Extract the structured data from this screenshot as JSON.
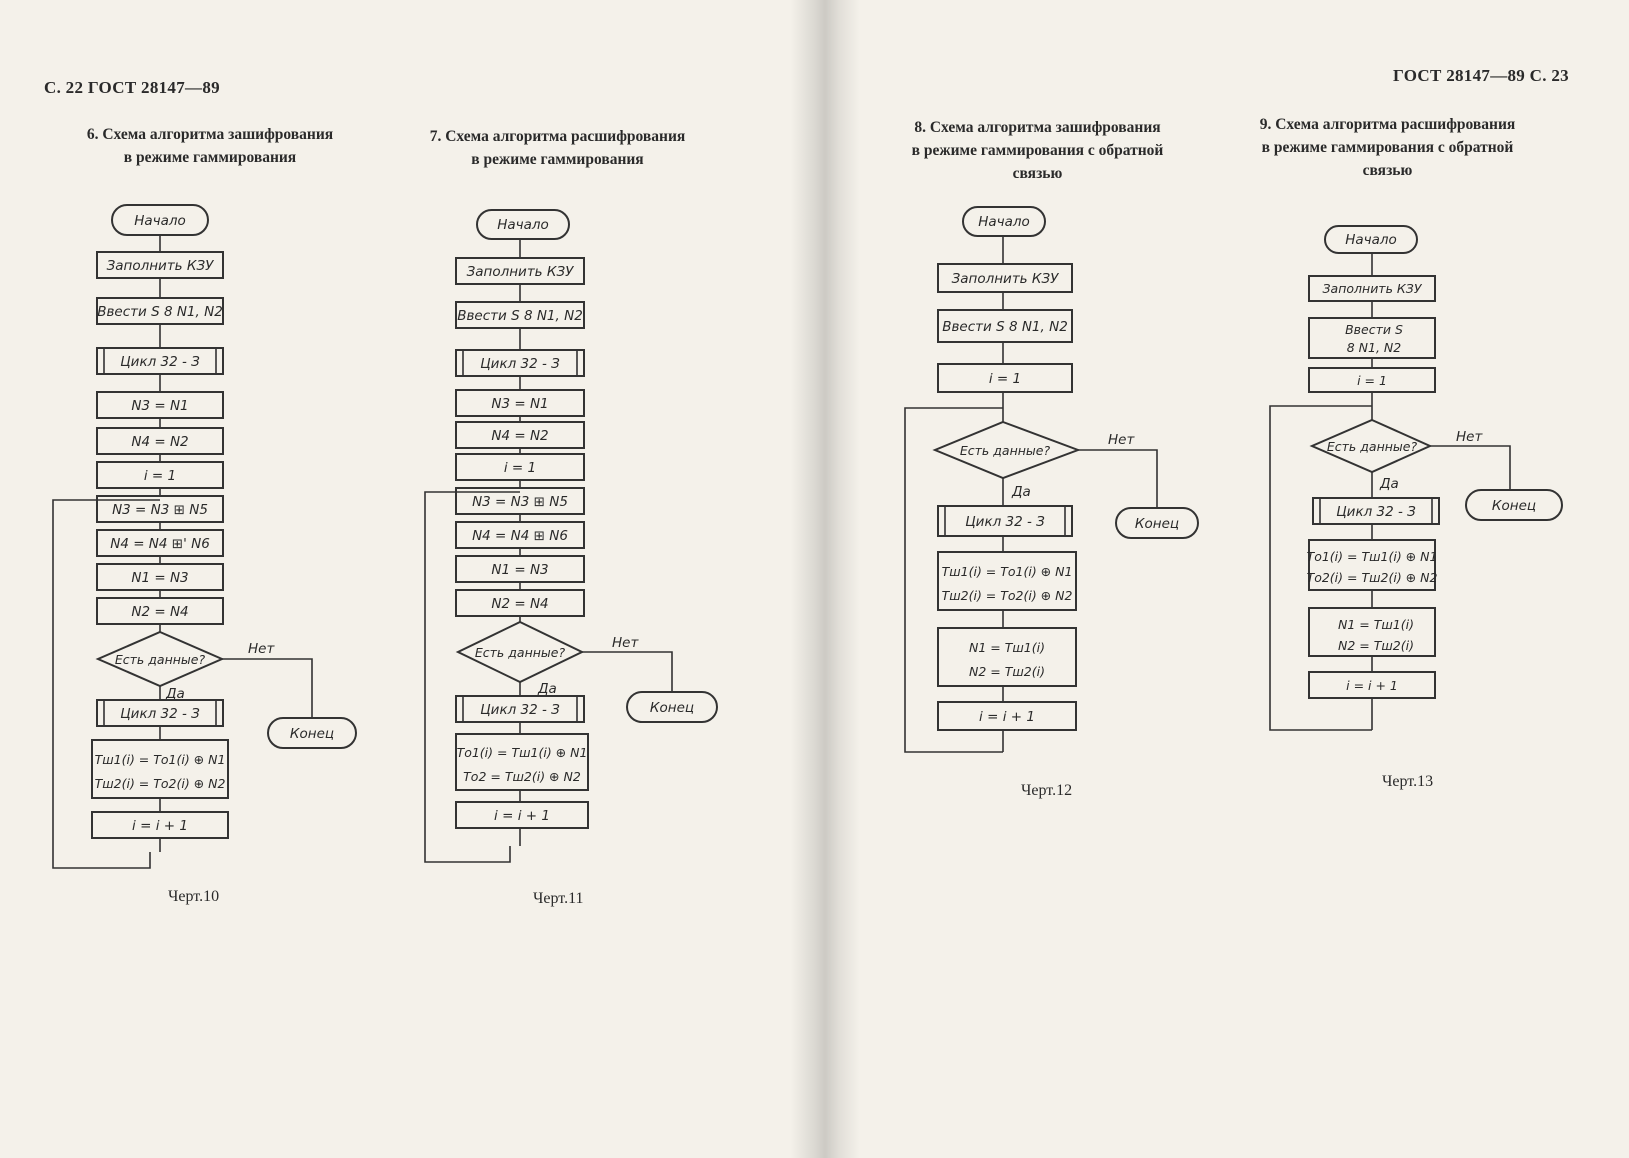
{
  "left_page": {
    "header": "С. 22 ГОСТ 28147—89",
    "fig10": {
      "title_line1": "6. Схема алгоритма зашифрования",
      "title_line2": "в режиме гаммирования",
      "caption": "Черт.10",
      "start": "Начало",
      "fill_kzu": "Заполнить КЗУ",
      "input": "Ввести S 8 N1, N2",
      "cycle1": "Цикл 32 - З",
      "n3n1": "N3 = N1",
      "n4n2": "N4 = N2",
      "i1": "i = 1",
      "n3n3": "N3 = N3 ⊞ N5",
      "n4n4": "N4 = N4 ⊞' N6",
      "n1n3": "N1 = N3",
      "n2n4": "N2 = N4",
      "question": "Есть данные?",
      "no": "Нет",
      "yes": "Да",
      "end": "Конец",
      "cycle2": "Цикл 32 - З",
      "calc1": "Тш1(i) = То1(i) ⊕ N1",
      "calc2": "Тш2(i) = То2(i) ⊕ N2",
      "inc": "i = i + 1"
    },
    "fig11": {
      "title_line1": "7. Схема алгоритма расшифрования",
      "title_line2": "в режиме гаммирования",
      "caption": "Черт.11",
      "start": "Начало",
      "fill_kzu": "Заполнить КЗУ",
      "input": "Ввести S 8 N1, N2",
      "cycle1": "Цикл 32 - З",
      "n3n1": "N3 = N1",
      "n4n2": "N4 = N2",
      "i1": "i = 1",
      "n3n3": "N3 = N3 ⊞ N5",
      "n4n4": "N4 = N4 ⊞ N6",
      "n1n3": "N1 = N3",
      "n2n4": "N2 = N4",
      "question": "Есть данные?",
      "no": "Нет",
      "yes": "Да",
      "end": "Конец",
      "cycle2": "Цикл 32 - З",
      "calc1": "То1(i) = Тш1(i) ⊕ N1",
      "calc2": "То2 = Тш2(i) ⊕ N2",
      "inc": "i = i + 1"
    }
  },
  "right_page": {
    "header": "ГОСТ 28147—89 С. 23",
    "fig12": {
      "title_line1": "8. Схема алгоритма зашифрования",
      "title_line2": "в режиме гаммирования с обратной",
      "title_line3": "связью",
      "caption": "Черт.12",
      "start": "Начало",
      "fill_kzu": "Заполнить КЗУ",
      "input": "Ввести S 8 N1, N2",
      "i1": "i = 1",
      "question": "Есть данные?",
      "no": "Нет",
      "yes": "Да",
      "end": "Конец",
      "cycle": "Цикл 32 - З",
      "calc1": "Тш1(i) = То1(i) ⊕ N1",
      "calc2": "Тш2(i) = То2(i) ⊕ N2",
      "asg1": "N1 = Тш1(i)",
      "asg2": "N2 = Тш2(i)",
      "inc": "i = i + 1"
    },
    "fig13": {
      "title_line1": "9. Схема алгоритма расшифрования",
      "title_line2": "в режиме гаммирования с обратной",
      "title_line3": "связью",
      "caption": "Черт.13",
      "start": "Начало",
      "fill_kzu": "Заполнить КЗУ",
      "input_line1": "Ввести S",
      "input_line2": "8 N1, N2",
      "i1": "i = 1",
      "question": "Есть данные?",
      "no": "Нет",
      "yes": "Да",
      "end": "Конец",
      "cycle": "Цикл 32 - З",
      "calc1": "То1(i) = Тш1(i) ⊕ N1",
      "calc2": "То2(i) = Тш2(i) ⊕ N2",
      "asg1": "N1 = Тш1(i)",
      "asg2": "N2 = Тш2(i)",
      "inc": "i = i + 1"
    }
  }
}
